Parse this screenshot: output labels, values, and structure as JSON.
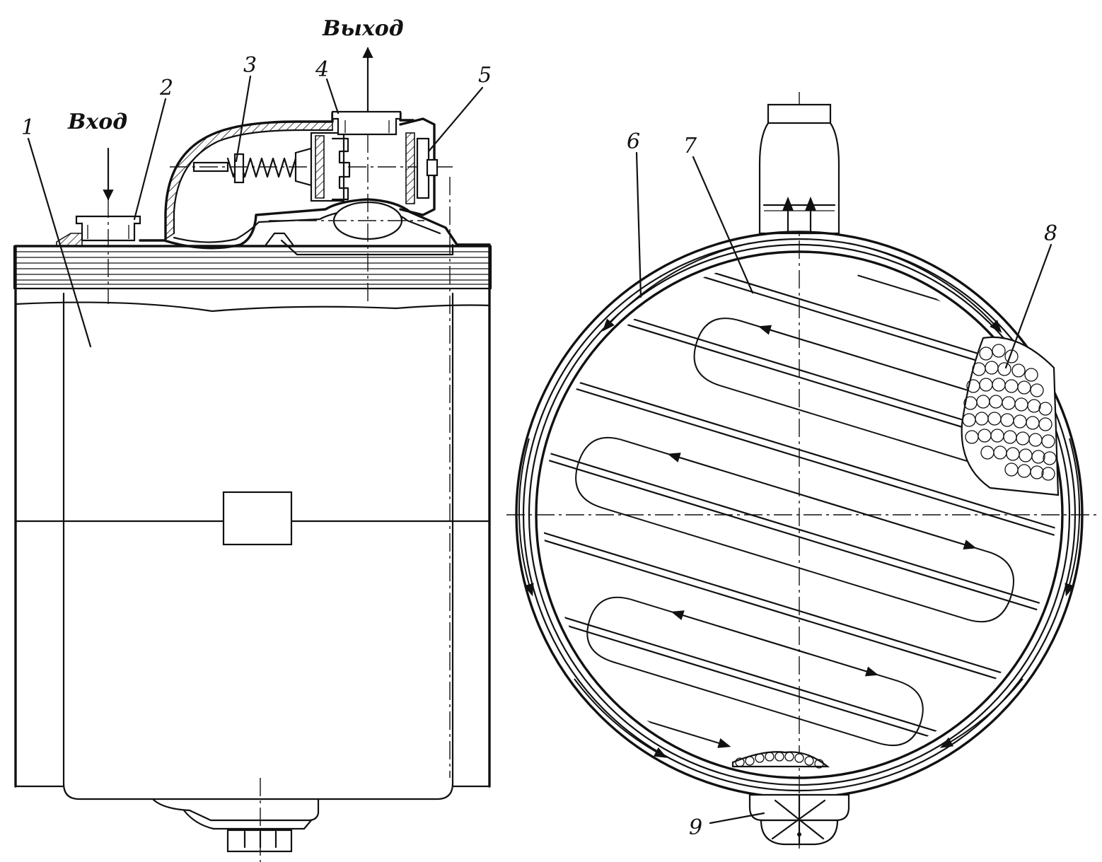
{
  "labels": {
    "inlet": "Вход",
    "outlet": "Выход",
    "callouts": [
      "1",
      "2",
      "3",
      "4",
      "5",
      "6",
      "7",
      "8",
      "9"
    ]
  }
}
